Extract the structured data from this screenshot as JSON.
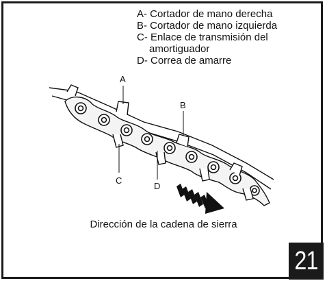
{
  "legend": {
    "a": "A- Cortador de mano derecha",
    "b": "B- Cortador de mano izquierda",
    "c1": "C- Enlace de transmisión del",
    "c2": "amortiguador",
    "d": "D- Correa de amarre"
  },
  "callouts": {
    "a": "A",
    "b": "B",
    "c": "C",
    "d": "D"
  },
  "caption": "Dirección de la cadena de sierra",
  "figure_number": "21",
  "icons": {
    "direction": "dashed-arrow-icon"
  }
}
